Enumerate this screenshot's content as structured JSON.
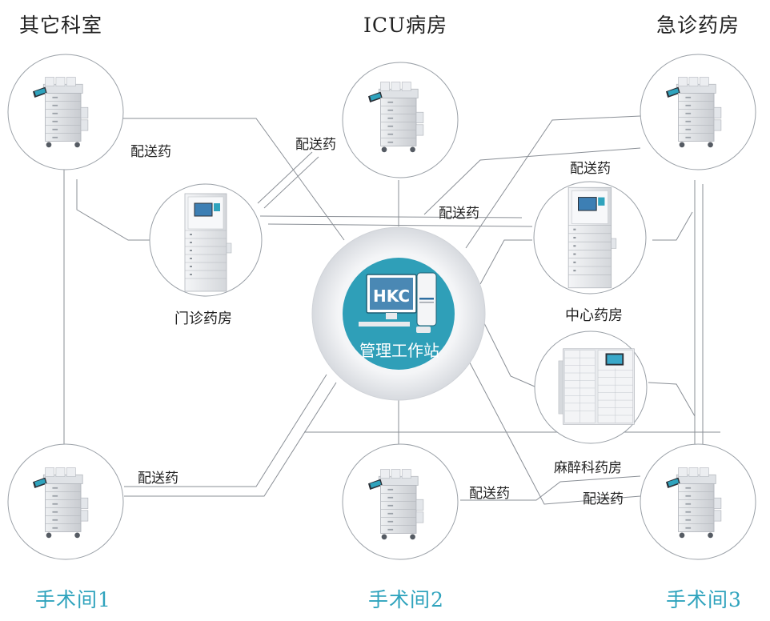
{
  "colors": {
    "accent": "#2fa3bd",
    "hub": "#2f9fb8",
    "line": "#8a8f96",
    "text": "#222222"
  },
  "top_labels": {
    "left": "其它科室",
    "center": "ICU病房",
    "right": "急诊药房"
  },
  "bottom_labels": {
    "left": "手术间1",
    "center": "手术间2",
    "right": "手术间3"
  },
  "center": {
    "brand": "HKC",
    "label": "管理工作站"
  },
  "pharmacies": {
    "outpatient": "门诊药房",
    "central": "中心药房",
    "anesthesia": "麻醉科药房"
  },
  "delivery_labels": [
    "配送药",
    "配送药",
    "配送药",
    "配送药",
    "配送药",
    "配送药",
    "配送药"
  ],
  "nodes": [
    {
      "name": "其它科室",
      "icon": "medicine-cart-icon"
    },
    {
      "name": "ICU病房",
      "icon": "medicine-cart-icon"
    },
    {
      "name": "急诊药房",
      "icon": "medicine-cart-icon"
    },
    {
      "name": "门诊药房",
      "icon": "dispensing-cabinet-icon"
    },
    {
      "name": "中心药房",
      "icon": "dispensing-cabinet-icon"
    },
    {
      "name": "麻醉科药房",
      "icon": "drawer-cabinet-icon"
    },
    {
      "name": "手术间1",
      "icon": "medicine-cart-icon"
    },
    {
      "name": "手术间2",
      "icon": "medicine-cart-icon"
    },
    {
      "name": "手术间3",
      "icon": "medicine-cart-icon"
    }
  ]
}
